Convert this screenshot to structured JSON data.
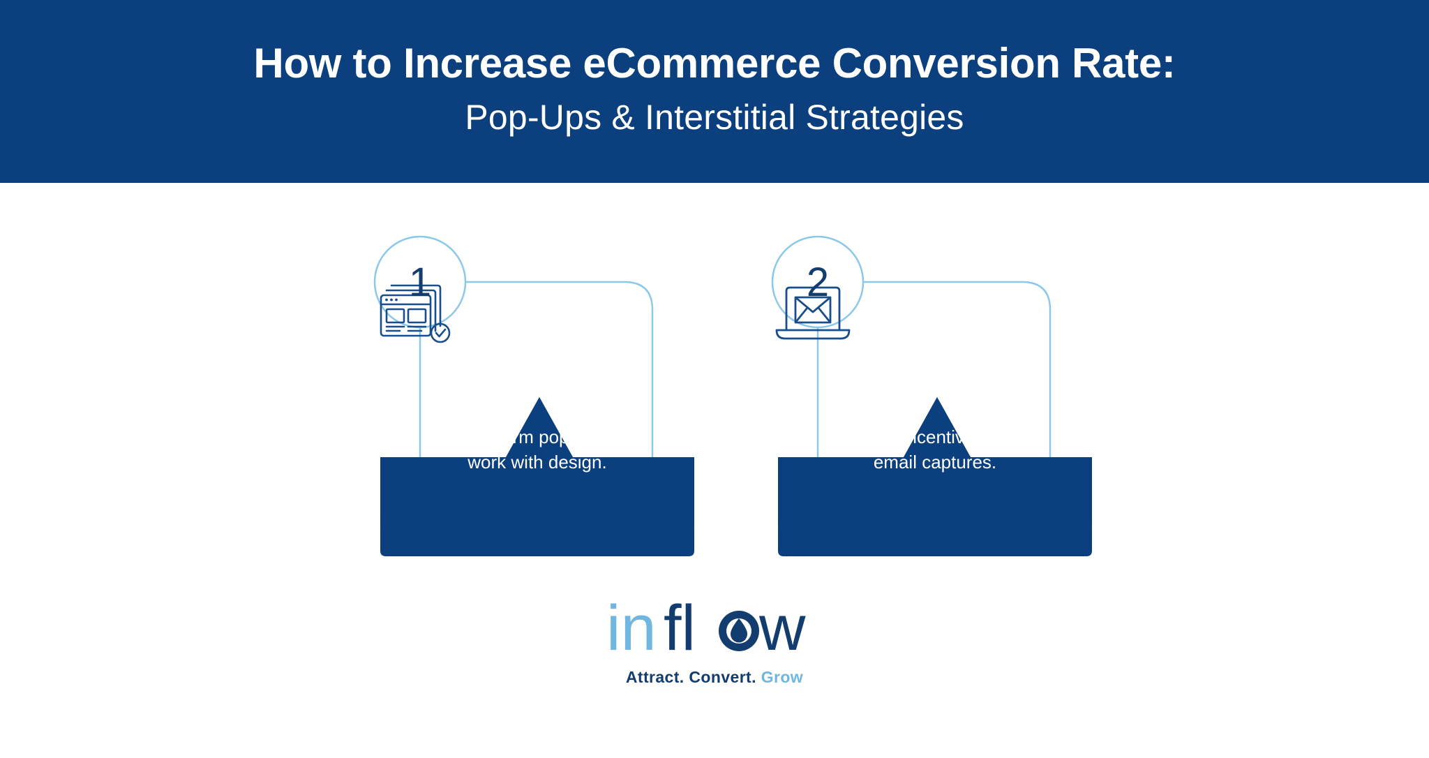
{
  "header": {
    "title_line1": "How to Increase eCommerce Conversion Rate:",
    "title_line2": "Pop-Ups & Interstitial Strategies",
    "background_color": "#0b3f7d",
    "text_color": "#ffffff"
  },
  "colors": {
    "navy": "#0b3f7d",
    "navy_dark": "#123d6e",
    "light_blue": "#8cc8ea",
    "logo_light": "#6fb7e0",
    "page_background": "#ffffff"
  },
  "cards": [
    {
      "number": "1",
      "icon": "stacked-browser-windows-check-icon",
      "caption_line1": "Confirm pop-ups",
      "caption_line2": "work with design."
    },
    {
      "number": "2",
      "icon": "laptop-envelope-icon",
      "caption_line1": "Give incentives for",
      "caption_line2": "email captures."
    }
  ],
  "logo": {
    "word_in": "in",
    "word_flow": "flow",
    "tagline_attract": "Attract.",
    "tagline_convert": "Convert.",
    "tagline_grow": "Grow"
  }
}
